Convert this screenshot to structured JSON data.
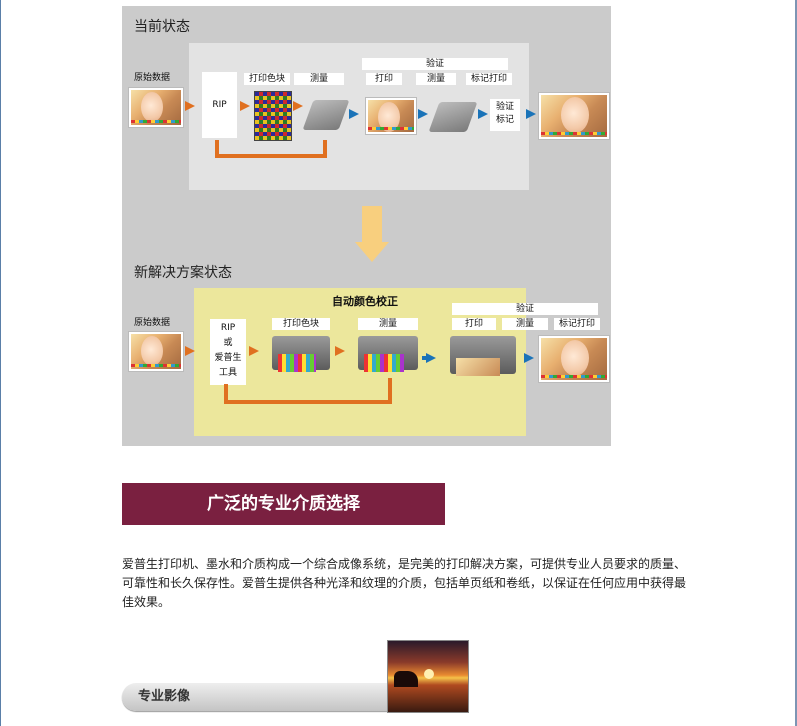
{
  "diagram": {
    "current_state": {
      "title": "当前状态",
      "original_data": "原始数据",
      "rip": "RIP",
      "print_patches": "打印色块",
      "measure": "测量",
      "verify": "验证",
      "verify_print": "打印",
      "verify_measure": "测量",
      "verify_label_print": "标记打印",
      "verify_mark": "验证\n标记"
    },
    "new_solution": {
      "title": "新解决方案状态",
      "auto_color_calibration": "自动颜色校正",
      "original_data": "原始数据",
      "rip_tool": "RIP\n或\n爱普生\n工具",
      "print_patches": "打印色块",
      "measure": "测量",
      "verify": "验证",
      "verify_print": "打印",
      "verify_measure": "测量",
      "verify_label_print": "标记打印"
    }
  },
  "banner": {
    "title": "广泛的专业介质选择"
  },
  "description": "爱普生打印机、墨水和介质构成一个综合成像系统，是完美的打印解决方案，可提供专业人员要求的质量、可靠性和长久保存性。爱普生提供各种光泽和纹理的介质，包括单页纸和卷纸，以保证在任何应用中获得最佳效果。",
  "sub_section": {
    "label": "专业影像"
  },
  "colors": {
    "banner_bg": "#7a2040",
    "arrow_orange": "#e07020",
    "arrow_blue": "#1a73b8",
    "panel_yellow": "#ece79c"
  }
}
